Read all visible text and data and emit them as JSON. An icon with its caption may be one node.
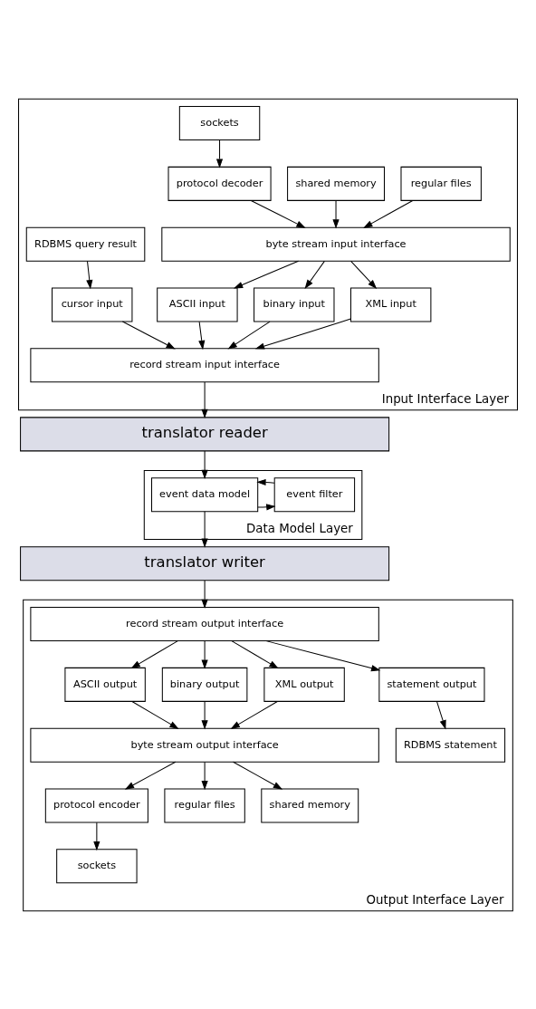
{
  "diagram": {
    "nodes": [
      {
        "text": [
          "Input Interface Layer"
        ]
      },
      {
        "text": [
          "regular files"
        ],
        "in": 0
      },
      {
        "text": [
          "shared memory"
        ],
        "in": 0
      },
      {
        "text": [
          "sockets"
        ],
        "in": 0
      },
      {
        "text": [
          "RDBMS query result"
        ],
        "in": 0
      },
      {
        "text": [
          "protocol decoder"
        ],
        "in": 0
      },
      {
        "text": [
          "byte stream input interface"
        ],
        "in": 0
      },
      {
        "text": [
          "ASCII input"
        ],
        "in": 0
      },
      {
        "text": [
          "binary input"
        ],
        "in": 0
      },
      {
        "text": [
          "XML input"
        ],
        "in": 0
      },
      {
        "text": [
          "cursor input"
        ],
        "in": 0
      },
      {
        "text": [
          "record stream input interface"
        ],
        "in": 0
      },
      {
        "text": [
          "translator reader"
        ]
      },
      {
        "text": [
          "Data Model Layer"
        ]
      },
      {
        "text": [
          "event data model"
        ],
        "in": 13
      },
      {
        "text": [
          "event filter"
        ],
        "in": 13
      },
      {
        "text": [
          "translator writer"
        ]
      },
      {
        "text": [
          "Output Interface Layer"
        ]
      },
      {
        "text": [
          "record stream output interface"
        ],
        "in": 17
      },
      {
        "text": [
          "ASCII output"
        ],
        "in": 17
      },
      {
        "text": [
          "binary output"
        ],
        "in": 17
      },
      {
        "text": [
          "XML output"
        ],
        "in": 17
      },
      {
        "text": [
          "statement output"
        ],
        "in": 17
      },
      {
        "text": [
          "byte stream output interface"
        ],
        "in": 17
      },
      {
        "text": [
          "protocol encoder"
        ],
        "in": 17
      },
      {
        "text": [
          "regular files"
        ],
        "in": 17
      },
      {
        "text": [
          "shared memory"
        ],
        "in": 17
      },
      {
        "text": [
          "sockets"
        ],
        "in": 17
      },
      {
        "text": [
          "RDBMS statement"
        ],
        "in": 17
      }
    ],
    "edges": [
      {
        "from": 1,
        "to": 6,
        "arrow": "to"
      },
      {
        "from": 2,
        "to": 6,
        "arrow": "to"
      },
      {
        "from": 3,
        "to": 5,
        "arrow": "to"
      },
      {
        "from": 5,
        "to": 6,
        "arrow": "to"
      },
      {
        "from": 4,
        "to": 10,
        "arrow": "to"
      },
      {
        "from": 6,
        "to": 7,
        "arrow": "to"
      },
      {
        "from": 6,
        "to": 8,
        "arrow": "to"
      },
      {
        "from": 6,
        "to": 9,
        "arrow": "to"
      },
      {
        "from": 7,
        "to": 11,
        "arrow": "to"
      },
      {
        "from": 8,
        "to": 11,
        "arrow": "to"
      },
      {
        "from": 9,
        "to": 11,
        "arrow": "to"
      },
      {
        "from": 10,
        "to": 11,
        "arrow": "to"
      },
      {
        "from": 11,
        "to": 12,
        "arrow": "to"
      },
      {
        "from": 12,
        "to": 14,
        "arrow": "to"
      },
      {
        "from": 14,
        "to": 15,
        "arrow": "to"
      },
      {
        "from": 15,
        "to": 14,
        "arrow": "to"
      },
      {
        "from": 14,
        "to": 16,
        "arrow": "to"
      },
      {
        "from": 16,
        "to": 18,
        "arrow": "to"
      },
      {
        "from": 18,
        "to": 19,
        "arrow": "to"
      },
      {
        "from": 18,
        "to": 20,
        "arrow": "to"
      },
      {
        "from": 18,
        "to": 21,
        "arrow": "to"
      },
      {
        "from": 18,
        "to": 22,
        "arrow": "to"
      },
      {
        "from": 19,
        "to": 23,
        "arrow": "to"
      },
      {
        "from": 20,
        "to": 23,
        "arrow": "to"
      },
      {
        "from": 21,
        "to": 23,
        "arrow": "to"
      },
      {
        "from": 23,
        "to": 25,
        "arrow": "to"
      },
      {
        "from": 23,
        "to": 26,
        "arrow": "to"
      },
      {
        "from": 23,
        "to": 24,
        "arrow": "to"
      },
      {
        "from": 24,
        "to": 27,
        "arrow": "to"
      },
      {
        "from": 22,
        "to": 28,
        "arrow": "to"
      }
    ]
  }
}
